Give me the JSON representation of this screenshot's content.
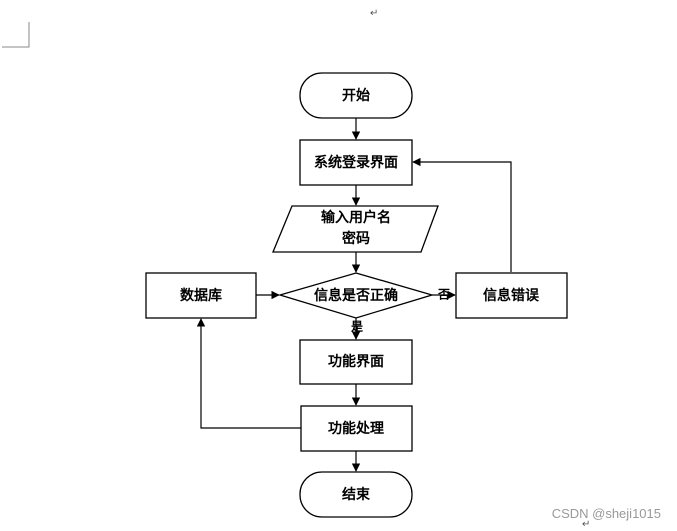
{
  "flowchart": {
    "start": "开始",
    "login_screen": "系统登录界面",
    "input_line1": "输入用户名",
    "input_line2": "密码",
    "decision": "信息是否正确",
    "error": "信息错误",
    "database": "数据库",
    "function_screen": "功能界面",
    "function_process": "功能处理",
    "end": "结束",
    "yes_label": "是",
    "no_label": "否"
  },
  "watermark": "CSDN @sheji1015",
  "paragraph_mark": "↵"
}
